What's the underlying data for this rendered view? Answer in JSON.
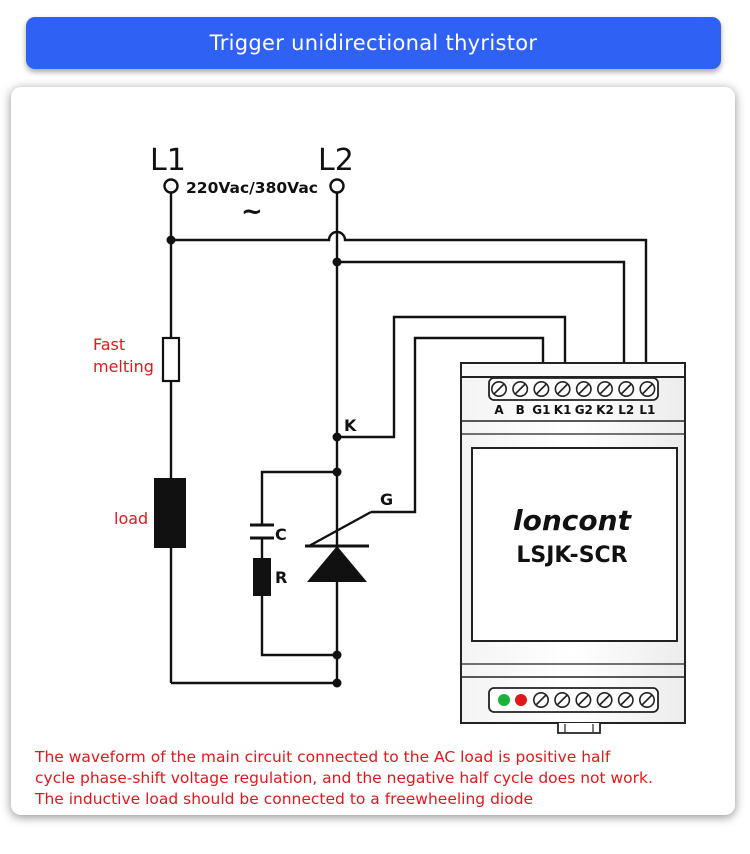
{
  "header": {
    "title": "Trigger unidirectional thyristor"
  },
  "supply": {
    "l1": "L1",
    "l2": "L2",
    "voltage": "220Vac/380Vac",
    "ac_symbol": "~"
  },
  "components": {
    "fuse_label": "Fast\nmelting",
    "load_label": "load",
    "capacitor_label": "C",
    "resistor_label": "R",
    "cathode_label": "K",
    "gate_label": "G"
  },
  "module": {
    "brand": "loncont",
    "model": "LSJK-SCR",
    "terminals": [
      "A",
      "B",
      "G1",
      "K1",
      "G2",
      "K2",
      "L2",
      "L1"
    ],
    "led_colors": [
      "#19b33a",
      "#e01818"
    ]
  },
  "note": {
    "lines": [
      "The waveform of the main circuit connected to the AC load is positive half",
      "cycle phase-shift voltage regulation, and the negative half cycle does not work.",
      "The inductive load should be connected to a freewheeling diode"
    ]
  },
  "colors": {
    "accent": "#2f62f4",
    "note_text": "#e3181b",
    "wire": "#111111"
  }
}
